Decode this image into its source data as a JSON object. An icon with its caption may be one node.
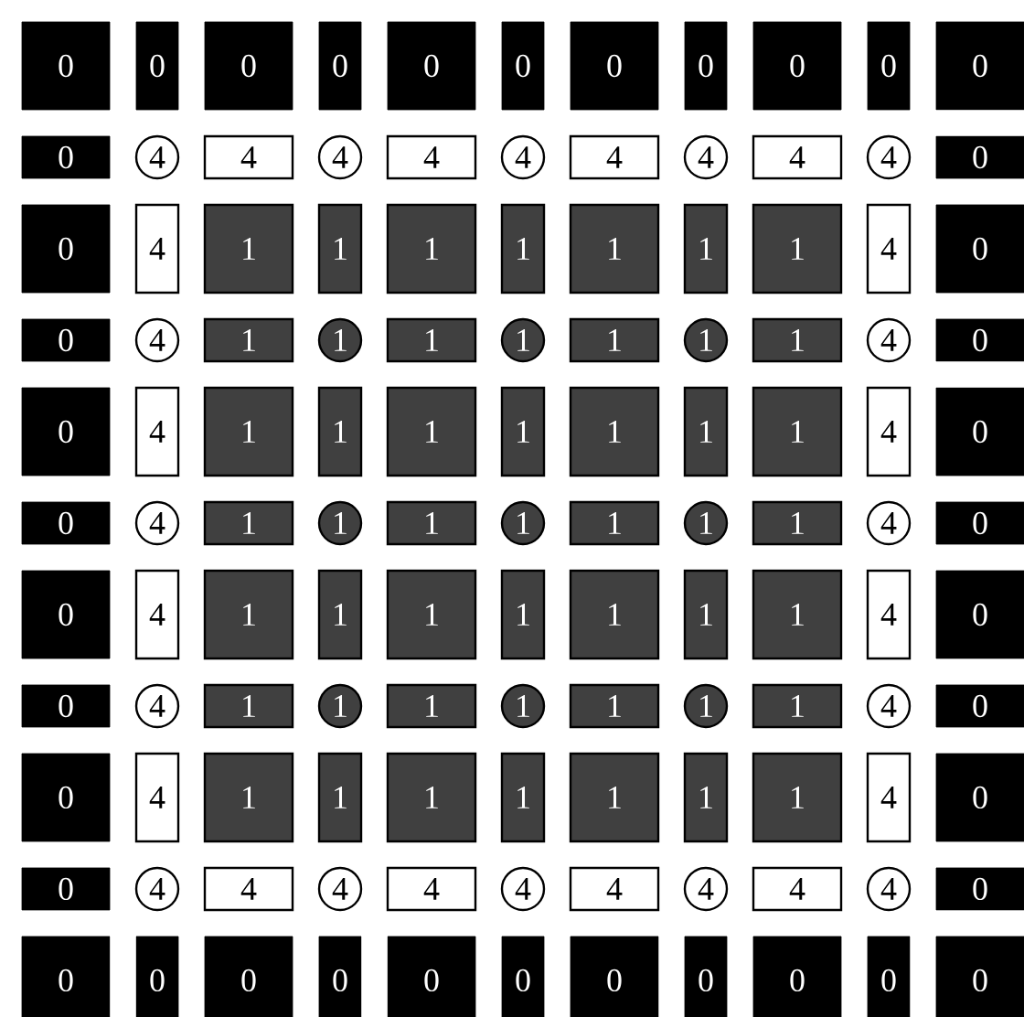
{
  "diagram": {
    "nodes": [
      {
        "text": [
          "0"
        ]
      },
      {
        "text": [
          "0"
        ]
      },
      {
        "text": [
          "0"
        ]
      },
      {
        "text": [
          "0"
        ]
      },
      {
        "text": [
          "0"
        ]
      },
      {
        "text": [
          "0"
        ]
      },
      {
        "text": [
          "0"
        ]
      },
      {
        "text": [
          "0"
        ]
      },
      {
        "text": [
          "0"
        ]
      },
      {
        "text": [
          "0"
        ]
      },
      {
        "text": [
          "0"
        ]
      },
      {
        "text": [
          "0"
        ]
      },
      {
        "text": [
          "4"
        ]
      },
      {
        "text": [
          "4"
        ]
      },
      {
        "text": [
          "4"
        ]
      },
      {
        "text": [
          "4"
        ]
      },
      {
        "text": [
          "4"
        ]
      },
      {
        "text": [
          "4"
        ]
      },
      {
        "text": [
          "4"
        ]
      },
      {
        "text": [
          "4"
        ]
      },
      {
        "text": [
          "4"
        ]
      },
      {
        "text": [
          "0"
        ]
      },
      {
        "text": [
          "0"
        ]
      },
      {
        "text": [
          "4"
        ]
      },
      {
        "text": [
          "1"
        ]
      },
      {
        "text": [
          "1"
        ]
      },
      {
        "text": [
          "1"
        ]
      },
      {
        "text": [
          "1"
        ]
      },
      {
        "text": [
          "1"
        ]
      },
      {
        "text": [
          "1"
        ]
      },
      {
        "text": [
          "1"
        ]
      },
      {
        "text": [
          "4"
        ]
      },
      {
        "text": [
          "0"
        ]
      },
      {
        "text": [
          "0"
        ]
      },
      {
        "text": [
          "4"
        ]
      },
      {
        "text": [
          "1"
        ]
      },
      {
        "text": [
          "1"
        ]
      },
      {
        "text": [
          "1"
        ]
      },
      {
        "text": [
          "1"
        ]
      },
      {
        "text": [
          "1"
        ]
      },
      {
        "text": [
          "1"
        ]
      },
      {
        "text": [
          "1"
        ]
      },
      {
        "text": [
          "4"
        ]
      },
      {
        "text": [
          "0"
        ]
      },
      {
        "text": [
          "0"
        ]
      },
      {
        "text": [
          "4"
        ]
      },
      {
        "text": [
          "1"
        ]
      },
      {
        "text": [
          "1"
        ]
      },
      {
        "text": [
          "1"
        ]
      },
      {
        "text": [
          "1"
        ]
      },
      {
        "text": [
          "1"
        ]
      },
      {
        "text": [
          "1"
        ]
      },
      {
        "text": [
          "1"
        ]
      },
      {
        "text": [
          "4"
        ]
      },
      {
        "text": [
          "0"
        ]
      },
      {
        "text": [
          "0"
        ]
      },
      {
        "text": [
          "4"
        ]
      },
      {
        "text": [
          "1"
        ]
      },
      {
        "text": [
          "1"
        ]
      },
      {
        "text": [
          "1"
        ]
      },
      {
        "text": [
          "1"
        ]
      },
      {
        "text": [
          "1"
        ]
      },
      {
        "text": [
          "1"
        ]
      },
      {
        "text": [
          "1"
        ]
      },
      {
        "text": [
          "4"
        ]
      },
      {
        "text": [
          "0"
        ]
      },
      {
        "text": [
          "0"
        ]
      },
      {
        "text": [
          "4"
        ]
      },
      {
        "text": [
          "1"
        ]
      },
      {
        "text": [
          "1"
        ]
      },
      {
        "text": [
          "1"
        ]
      },
      {
        "text": [
          "1"
        ]
      },
      {
        "text": [
          "1"
        ]
      },
      {
        "text": [
          "1"
        ]
      },
      {
        "text": [
          "1"
        ]
      },
      {
        "text": [
          "4"
        ]
      },
      {
        "text": [
          "0"
        ]
      },
      {
        "text": [
          "0"
        ]
      },
      {
        "text": [
          "4"
        ]
      },
      {
        "text": [
          "1"
        ]
      },
      {
        "text": [
          "1"
        ]
      },
      {
        "text": [
          "1"
        ]
      },
      {
        "text": [
          "1"
        ]
      },
      {
        "text": [
          "1"
        ]
      },
      {
        "text": [
          "1"
        ]
      },
      {
        "text": [
          "1"
        ]
      },
      {
        "text": [
          "4"
        ]
      },
      {
        "text": [
          "0"
        ]
      },
      {
        "text": [
          "0"
        ]
      },
      {
        "text": [
          "4"
        ]
      },
      {
        "text": [
          "1"
        ]
      },
      {
        "text": [
          "1"
        ]
      },
      {
        "text": [
          "1"
        ]
      },
      {
        "text": [
          "1"
        ]
      },
      {
        "text": [
          "1"
        ]
      },
      {
        "text": [
          "1"
        ]
      },
      {
        "text": [
          "1"
        ]
      },
      {
        "text": [
          "4"
        ]
      },
      {
        "text": [
          "0"
        ]
      },
      {
        "text": [
          "0"
        ]
      },
      {
        "text": [
          "4"
        ]
      },
      {
        "text": [
          "4"
        ]
      },
      {
        "text": [
          "4"
        ]
      },
      {
        "text": [
          "4"
        ]
      },
      {
        "text": [
          "4"
        ]
      },
      {
        "text": [
          "4"
        ]
      },
      {
        "text": [
          "4"
        ]
      },
      {
        "text": [
          "4"
        ]
      },
      {
        "text": [
          "4"
        ]
      },
      {
        "text": [
          "0"
        ]
      },
      {
        "text": [
          "0"
        ]
      },
      {
        "text": [
          "0"
        ]
      },
      {
        "text": [
          "0"
        ]
      },
      {
        "text": [
          "0"
        ]
      },
      {
        "text": [
          "0"
        ]
      },
      {
        "text": [
          "0"
        ]
      },
      {
        "text": [
          "0"
        ]
      },
      {
        "text": [
          "0"
        ]
      },
      {
        "text": [
          "0"
        ]
      },
      {
        "text": [
          "0"
        ]
      },
      {
        "text": [
          "0"
        ]
      }
    ]
  }
}
